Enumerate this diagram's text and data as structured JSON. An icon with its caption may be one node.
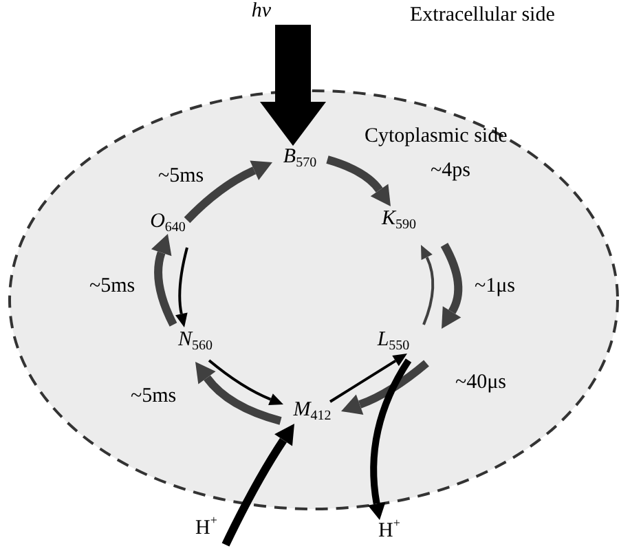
{
  "diagram": {
    "nodes": [
      {
        "text": [
          "Cytoplasmic side"
        ]
      },
      {
        "text": [
          "hν"
        ]
      },
      {
        "text": [
          "*B*$_{570}$"
        ],
        "in": 0
      },
      {
        "text": [
          "*K*$_{590}$"
        ],
        "in": 0
      },
      {
        "text": [
          "*L*$_{550}$"
        ],
        "in": 0
      },
      {
        "text": [
          "*M*$_{412}$"
        ],
        "in": 0
      },
      {
        "text": [
          "*N*$_{560}$"
        ],
        "in": 0
      },
      {
        "text": [
          "*O*$_{640}$"
        ],
        "in": 0
      },
      {
        "text": [
          "H$^{+}$"
        ]
      },
      {
        "text": [
          "H$^{+}$"
        ]
      }
    ],
    "edges": [
      {
        "from": 2,
        "to": 3,
        "arrow": "to",
        "label": "~4ps",
        "color": "#404040"
      },
      {
        "from": 3,
        "to": 4,
        "arrow": "to",
        "label": "~1μs",
        "color": "#404040"
      },
      {
        "from": 4,
        "to": 3,
        "arrow": "to",
        "color": "#404040"
      },
      {
        "from": 4,
        "to": 5,
        "arrow": "to",
        "label": "~40μs",
        "color": "#404040"
      },
      {
        "from": 5,
        "to": 4,
        "arrow": "to"
      },
      {
        "from": 5,
        "to": 6,
        "arrow": "to",
        "label": "~5ms",
        "color": "#404040"
      },
      {
        "from": 6,
        "to": 5,
        "arrow": "to"
      },
      {
        "from": 6,
        "to": 7,
        "arrow": "to",
        "label": "~5ms",
        "color": "#404040"
      },
      {
        "from": 7,
        "to": 6,
        "arrow": "to"
      },
      {
        "from": 7,
        "to": 2,
        "arrow": "to",
        "label": "~5ms",
        "color": "#404040"
      },
      {
        "from": 1,
        "to": 2,
        "arrow": "to",
        "style": "thick"
      },
      {
        "from": 8,
        "to": 5,
        "arrow": "to"
      },
      {
        "from": 4,
        "to": 9,
        "arrow": "to"
      }
    ],
    "labels": [
      "Extracellular side"
    ]
  }
}
